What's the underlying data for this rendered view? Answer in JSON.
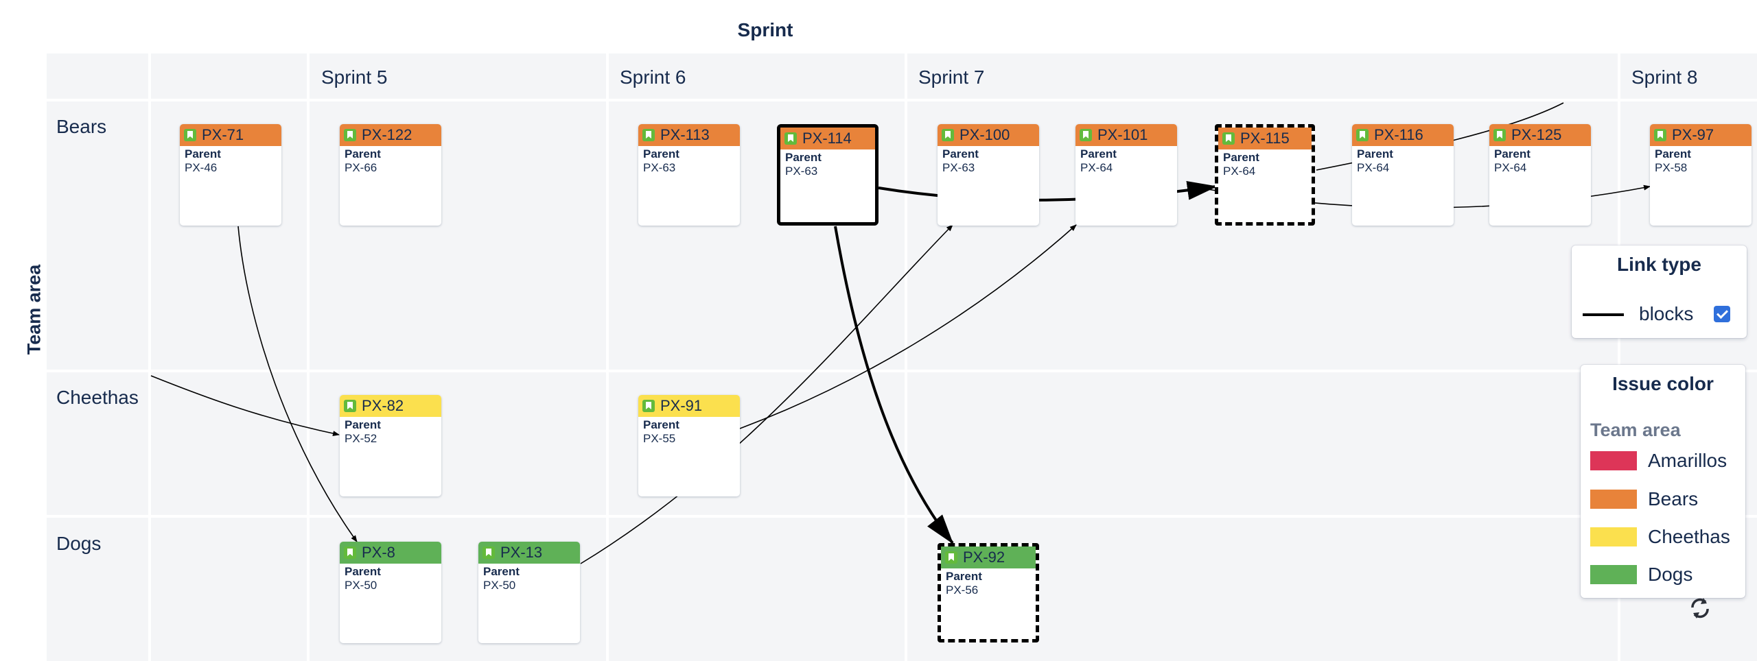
{
  "axis": {
    "x_title": "Sprint",
    "y_title": "Team area"
  },
  "columns": [
    "",
    "Sprint 5",
    "Sprint 6",
    "Sprint 7",
    "Sprint 8"
  ],
  "rows": [
    "Bears",
    "Cheethas",
    "Dogs"
  ],
  "card_parent_label": "Parent",
  "team_colors": {
    "Bears": "#e8833a",
    "Cheethas": "#fbe04e",
    "Dogs": "#5fb157",
    "Amarillos": "#dd3558"
  },
  "cards": {
    "px71": {
      "key": "PX-71",
      "parent": "PX-46",
      "team": "Bears"
    },
    "px122": {
      "key": "PX-122",
      "parent": "PX-66",
      "team": "Bears"
    },
    "px113": {
      "key": "PX-113",
      "parent": "PX-63",
      "team": "Bears"
    },
    "px114": {
      "key": "PX-114",
      "parent": "PX-63",
      "team": "Bears"
    },
    "px100": {
      "key": "PX-100",
      "parent": "PX-63",
      "team": "Bears"
    },
    "px101": {
      "key": "PX-101",
      "parent": "PX-64",
      "team": "Bears"
    },
    "px115": {
      "key": "PX-115",
      "parent": "PX-64",
      "team": "Bears"
    },
    "px116": {
      "key": "PX-116",
      "parent": "PX-64",
      "team": "Bears"
    },
    "px125": {
      "key": "PX-125",
      "parent": "PX-64",
      "team": "Bears"
    },
    "px97": {
      "key": "PX-97",
      "parent": "PX-58",
      "team": "Bears"
    },
    "px82": {
      "key": "PX-82",
      "parent": "PX-52",
      "team": "Cheethas"
    },
    "px91": {
      "key": "PX-91",
      "parent": "PX-55",
      "team": "Cheethas"
    },
    "px8": {
      "key": "PX-8",
      "parent": "PX-50",
      "team": "Dogs"
    },
    "px13": {
      "key": "PX-13",
      "parent": "PX-50",
      "team": "Dogs"
    },
    "px92": {
      "key": "PX-92",
      "parent": "PX-56",
      "team": "Dogs"
    }
  },
  "link_legend": {
    "title": "Link type",
    "items": [
      {
        "label": "blocks",
        "checked": true
      }
    ]
  },
  "color_legend": {
    "title": "Issue color",
    "group_label": "Team area",
    "items": [
      {
        "label": "Amarillos",
        "color": "#dd3558"
      },
      {
        "label": "Bears",
        "color": "#e8833a"
      },
      {
        "label": "Cheethas",
        "color": "#fbe04e"
      },
      {
        "label": "Dogs",
        "color": "#5fb157"
      }
    ]
  },
  "icons": {
    "story": "story-bookmark-icon",
    "refresh": "refresh-icon",
    "checkbox": "checkbox-checked-icon"
  }
}
